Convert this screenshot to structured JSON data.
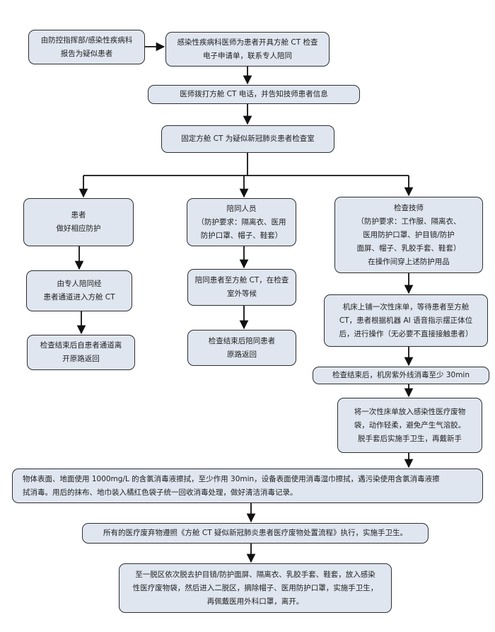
{
  "nodes": {
    "report": "由防控指挥部/感染性疾病科\n报告为疑似患者",
    "order": "感染性疾病科医师为患者开具方舱 CT 检查\n电子申请单，联系专人陪同",
    "call": "医师拨打方舱 CT 电话，并告知技师患者信息",
    "room": "固定方舱 CT 为疑似新冠肺炎患者检查室",
    "patient": "患者\n做好相应防护",
    "escort": "陪同人员\n（防护要求：隔离衣、医用\n防护口罩、帽子、鞋套）",
    "tech": "检查技师\n（防护要求：工作服、隔离衣、\n医用防护口罩、护目镜/防护\n面屏、帽子、乳胶手套、鞋套）\n在操作间穿上述防护用品",
    "patient_enter": "由专人陪同经\n患者通道进入方舱 CT",
    "patient_return": "检查结束后自患者通道离\n开原路返回",
    "escort_wait": "陪同患者至方舱 CT，在检查\n室外等候",
    "escort_return": "检查结束后陪同患者\n原路返回",
    "tech_operate": "机床上铺一次性床单，等待患者至方舱\nCT，患者根据机器 AI 语音指示摆正体位\n后，进行操作（无必要不直接接触患者）",
    "uv": "检查结束后，机房紫外线消毒至少 30min",
    "sheet": "将一次性床单放入感染性医疗废物\n袋，动作轻柔，避免产生气溶胶。\n脱手套后实施手卫生，再戴新手",
    "disinfect": "物体表面、地面使用 1000mg/L 的含氯消毒液擦拭，至少作用 30min，设备表面使用消毒湿巾擦拭，遇污染使用含氯消毒液擦\n拭消毒。用后的抹布、地巾装入橘红色袋子统一回收消毒处理，做好清洁消毒记录。",
    "waste": "所有的医疗废弃物遵照《方舱 CT 疑似新冠肺炎患者医疗废物处置流程》执行，实施手卫生。",
    "exit": "至一脱区依次脱去护目镜/防护面屏、隔离衣、乳胶手套、鞋套，放入感染\n性医疗废物袋，然后进入二脱区，摘除帽子、医用防护口罩，实施手卫生，\n再佩戴医用外科口罩，离开。"
  },
  "colors": {
    "box_fill": "#dfe6f0",
    "line": "#111111"
  }
}
